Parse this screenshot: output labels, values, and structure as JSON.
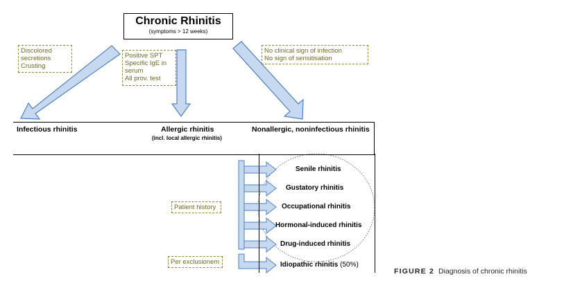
{
  "root": {
    "title": "Chronic Rhinitis",
    "subtitle": "(symptoms > 12 weeks)"
  },
  "notes": {
    "infectious": [
      "Discolored",
      "secretions",
      "Crusting"
    ],
    "allergic": [
      "Positive SPT",
      "Specific IgE in",
      "serum",
      "All prov. test"
    ],
    "nonallergic": [
      "No clinical sign of infection",
      "No sign of sensitisation"
    ],
    "patient_history": "Patient history",
    "per_exclusion": "Per exclusionem"
  },
  "categories": {
    "infectious": "Infectious rhinitis",
    "allergic": "Allergic rhinitis",
    "allergic_sub": "(incl. local allergic rhinitis)",
    "nonallergic": "Nonallergic, noninfectious rhinitis"
  },
  "subtypes": [
    "Senile rhinitis",
    "Gustatory rhinitis",
    "Occupational rhinitis",
    "Hormonal-induced rhinitis",
    "Drug-induced rhinitis"
  ],
  "idiopathic": {
    "name": "Idiopathic rhinitis",
    "share": "(50%)"
  },
  "caption": {
    "label": "FIGURE 2",
    "text": "Diagnosis of chronic rhinitis"
  },
  "colors": {
    "arrow_fill": "#c6d9f1",
    "arrow_stroke": "#4f81bd",
    "note_border": "#8a8a3a",
    "note_text": "#6b6b22"
  }
}
